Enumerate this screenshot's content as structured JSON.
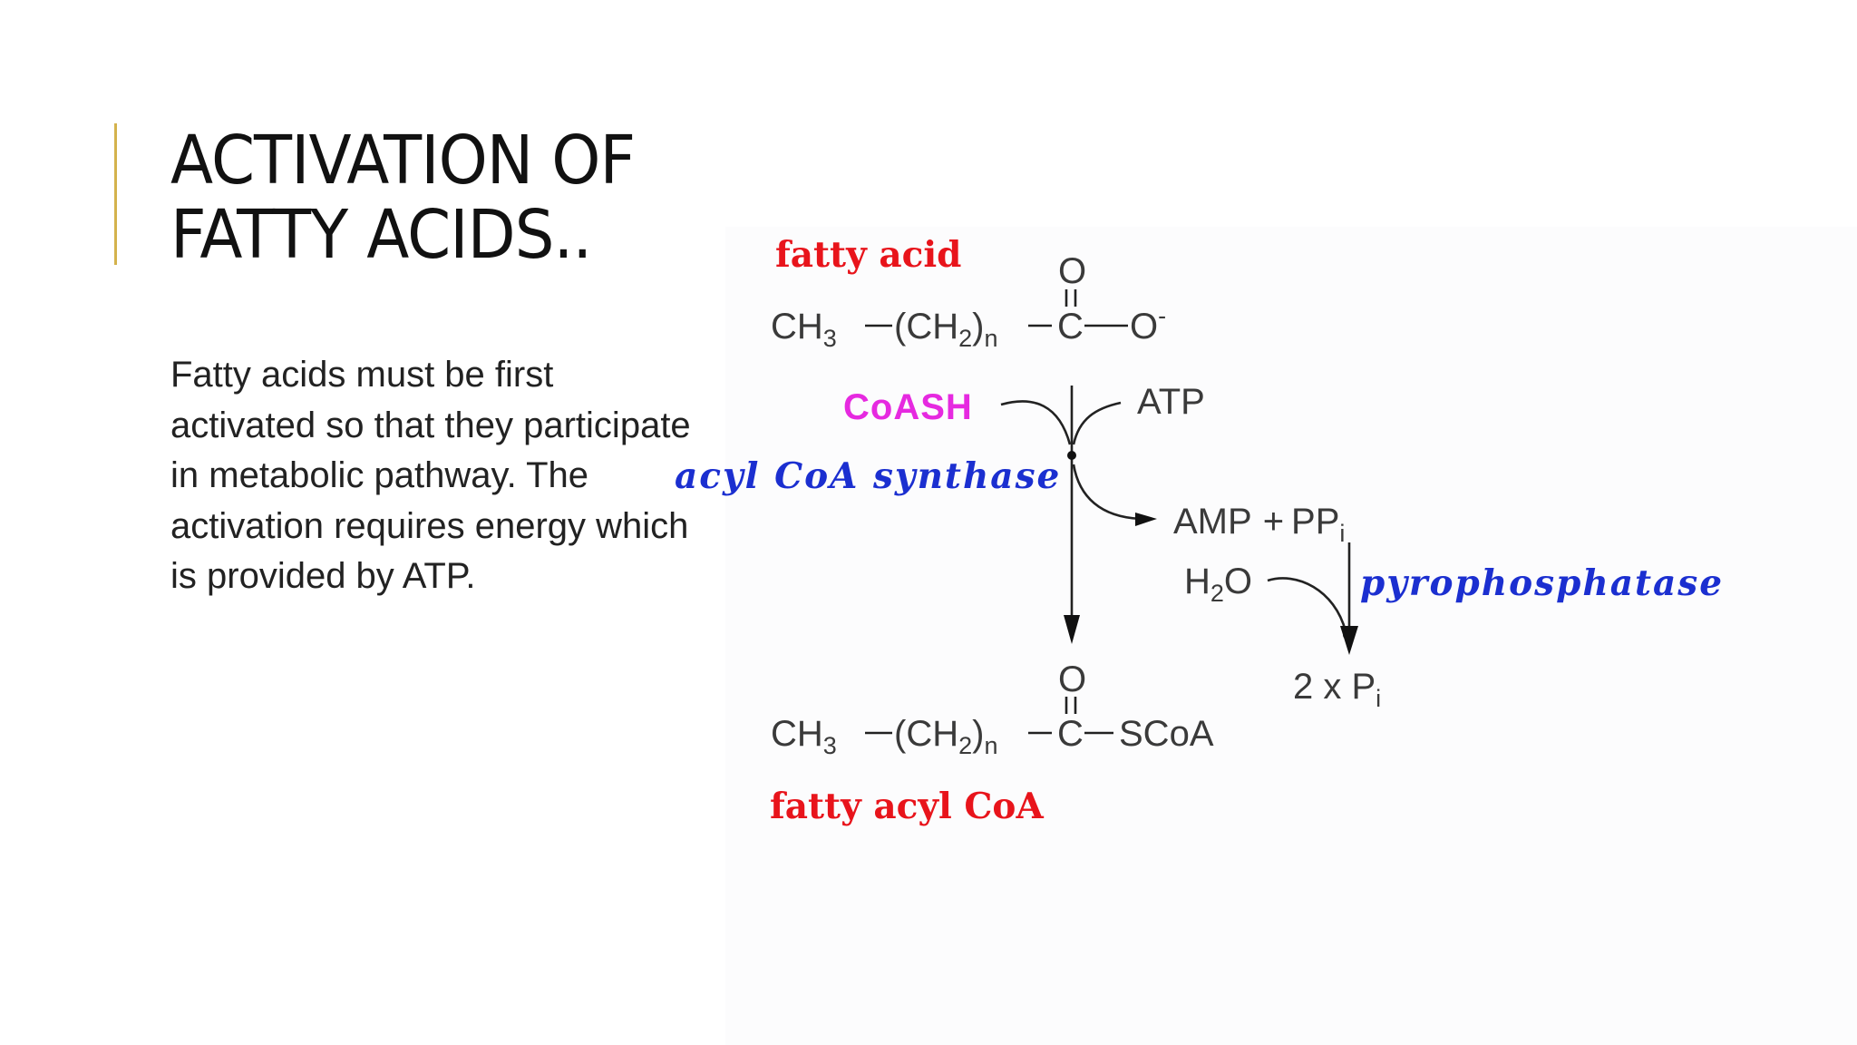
{
  "slide": {
    "title_line1": "ACTIVATION OF",
    "title_line2": "FATTY ACIDS..",
    "body_lines": [
      "Fatty acids must be first",
      "activated so that they participate",
      "in metabolic pathway. The",
      "activation requires energy which",
      "is provided by ATP."
    ],
    "accent_color": "#d4b24c"
  },
  "diagram": {
    "colors": {
      "red": "#e8141b",
      "magenta": "#e629e0",
      "blue": "#1b2fd0",
      "formula": "#3a3a3a"
    },
    "fatty_acid_label": "fatty acid",
    "substrate": {
      "ch3": "CH",
      "ch3_sub": "3",
      "bond": "—",
      "ch2_open": "(CH",
      "ch2_sub": "2",
      "ch2_close": ")",
      "n_sub": "n",
      "carbon": "C",
      "oxygen_top": "O",
      "tail": "O",
      "charge": "-"
    },
    "coash_label": "CoASH",
    "atp_label": "ATP",
    "enzyme1_label": "acyl CoA synthase",
    "products": {
      "amp": "AMP",
      "plus": "+",
      "pp": "PP",
      "pp_sub": "i"
    },
    "water": {
      "h": "H",
      "h_sub": "2",
      "o": "O"
    },
    "enzyme2_label": "pyrophosphatase",
    "phosphate": {
      "count": "2 x P",
      "sub": "i"
    },
    "product": {
      "ch3": "CH",
      "ch3_sub": "3",
      "ch2_open": "(CH",
      "ch2_sub": "2",
      "ch2_close": ")",
      "n_sub": "n",
      "carbon": "C",
      "oxygen_top": "O",
      "tail": "SCoA"
    },
    "fatty_acyl_coa_label": "fatty acyl CoA"
  }
}
